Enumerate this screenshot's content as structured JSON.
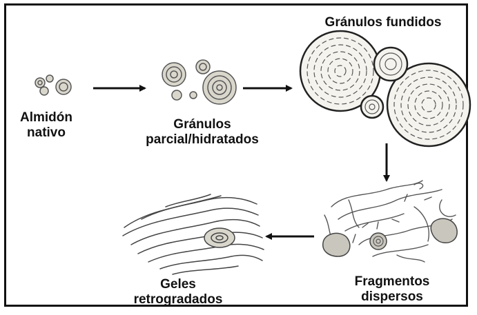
{
  "stages": {
    "native": {
      "line1": "Almidón",
      "line2": "nativo"
    },
    "partial": {
      "line1": "Gránulos",
      "line2": "parcial/hidratados"
    },
    "fused": {
      "line1": "Gránulos fundidos"
    },
    "fragments": {
      "line1": "Fragmentos",
      "line2": "dispersos"
    },
    "gels": {
      "line1": "Geles",
      "line2": "retrogradados"
    }
  },
  "colors": {
    "ink": "#111111",
    "granule_fill": "#d9d6cc",
    "fragment_fill": "#c9c6bd",
    "frame": "#111111"
  }
}
